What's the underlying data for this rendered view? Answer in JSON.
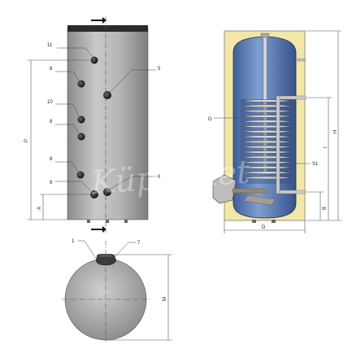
{
  "front_view": {
    "ports": [
      {
        "label": "11"
      },
      {
        "label": "8"
      },
      {
        "label": "5"
      },
      {
        "label": "10"
      },
      {
        "label": "8"
      },
      {
        "label": "8"
      },
      {
        "label": "9"
      },
      {
        "label": "6"
      }
    ],
    "dims": {
      "a": "A",
      "p": "P"
    }
  },
  "section_view": {
    "labels": {
      "g": "G",
      "s1": "S1",
      "h": "H",
      "i": "I",
      "b": "B",
      "d": "D"
    }
  },
  "top_view": {
    "labels": {
      "one": "1",
      "seven": "7",
      "m": "M"
    }
  },
  "watermark": "Küpelinet"
}
